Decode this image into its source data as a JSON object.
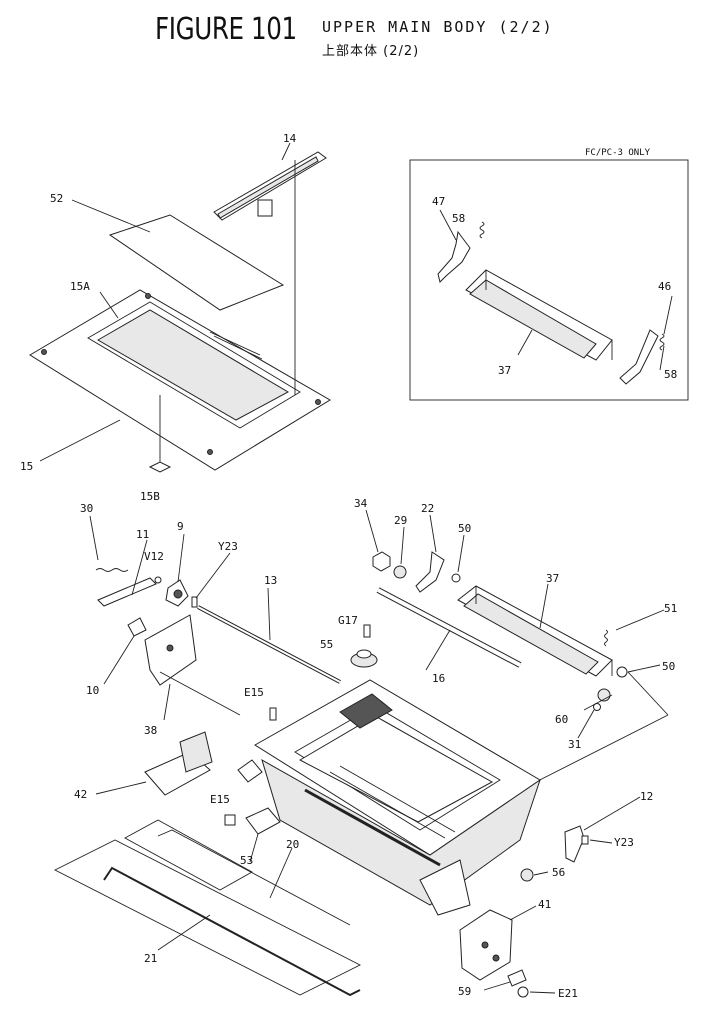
{
  "header": {
    "figure_title": "FIGURE 101",
    "subtitle": "UPPER MAIN BODY (2/2)",
    "subtitle_jp": "上部本体 (2/2)"
  },
  "inset": {
    "note": "FC/PC-3 ONLY"
  },
  "callouts": {
    "c14": "14",
    "c52": "52",
    "c15a": "15A",
    "c15": "15",
    "c15b": "15B",
    "c47": "47",
    "c58a": "58",
    "c46": "46",
    "c37a": "37",
    "c58b": "58",
    "c30": "30",
    "c11": "11",
    "c9": "9",
    "cv12": "V12",
    "cy23a": "Y23",
    "c13": "13",
    "c34": "34",
    "c29": "29",
    "c22": "22",
    "c50a": "50",
    "c37b": "37",
    "c51": "51",
    "c50b": "50",
    "cg17": "G17",
    "c55": "55",
    "c16": "16",
    "c10": "10",
    "ce15a": "E15",
    "c60": "60",
    "c31": "31",
    "c38": "38",
    "c42": "42",
    "c12": "12",
    "ce15b": "E15",
    "cy23b": "Y23",
    "c53": "53",
    "c20": "20",
    "c56": "56",
    "c41": "41",
    "c21": "21",
    "c59": "59",
    "ce21": "E21"
  }
}
